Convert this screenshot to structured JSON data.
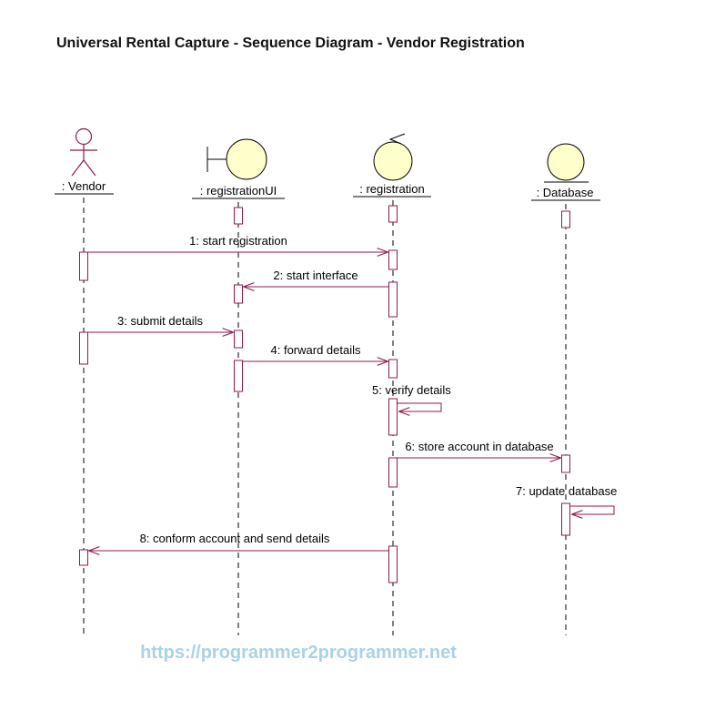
{
  "title": "Universal Rental Capture - Sequence Diagram - Vendor Registration",
  "watermark": "https://programmer2programmer.net",
  "colors": {
    "message_line": "#8C1950",
    "head_fill": "#FFFFCC",
    "head_stroke": "#000000",
    "lifeline": "#000000",
    "text": "#000000",
    "watermark": "#A9D2E6"
  },
  "objects": [
    {
      "label": ": Vendor",
      "stereotype": "actor",
      "icon": "actor-stick-figure-icon"
    },
    {
      "label": ": registrationUI",
      "stereotype": "boundary",
      "icon": "boundary-icon"
    },
    {
      "label": ": registration",
      "stereotype": "control",
      "icon": "control-icon"
    },
    {
      "label": ": Database",
      "stereotype": "entity",
      "icon": "entity-icon"
    }
  ],
  "messages": [
    {
      "seq": 1,
      "label": "1: start registration",
      "from": ": Vendor",
      "to": ": registration"
    },
    {
      "seq": 2,
      "label": "2: start interface",
      "from": ": registration",
      "to": ": registrationUI"
    },
    {
      "seq": 3,
      "label": "3: submit details",
      "from": ": Vendor",
      "to": ": registrationUI"
    },
    {
      "seq": 4,
      "label": "4: forward details",
      "from": ": registrationUI",
      "to": ": registration"
    },
    {
      "seq": 5,
      "label": "5: verify details",
      "from": ": registration",
      "to": ": registration"
    },
    {
      "seq": 6,
      "label": "6: store account in database",
      "from": ": registration",
      "to": ": Database"
    },
    {
      "seq": 7,
      "label": "7: update database",
      "from": ": Database",
      "to": ": Database"
    },
    {
      "seq": 8,
      "label": "8: conform account and send details",
      "from": ": registration",
      "to": ": Vendor"
    }
  ]
}
